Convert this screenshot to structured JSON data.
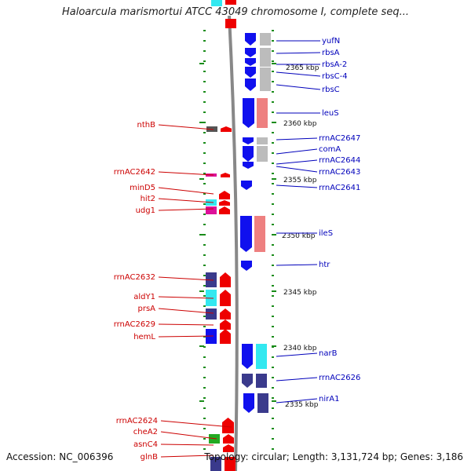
{
  "title": "Haloarcula marismortui ATCC 43049 chromosome I, complete seq...",
  "accession": "Accession: NC_006396",
  "summary": "Topology: circular; Length: 3,131,724 bp; Genes: 3,186",
  "colors": {
    "backbone": "#888888",
    "left_label": "#cc0000",
    "right_label": "#0000bb",
    "tick": "#1a8c1a",
    "gene_red": "#ee0000",
    "gene_blue": "#1010ee",
    "gene_navy": "#3a3a8c",
    "gene_cyan": "#33e8f0",
    "gene_gray": "#bcbcbc",
    "gene_salmon": "#ee8080",
    "gene_magenta": "#dd1199",
    "gene_dark": "#555555",
    "gene_green": "#22aa22"
  },
  "scale_labels": [
    {
      "text": "2365 kbp"
    },
    {
      "text": "2360 kbp"
    },
    {
      "text": "2355 kbp"
    },
    {
      "text": "2350 kbp"
    },
    {
      "text": "2345 kbp"
    },
    {
      "text": "2340 kbp"
    },
    {
      "text": "2335 kbp"
    }
  ],
  "left_genes": [
    {
      "label": "nthB"
    },
    {
      "label": "rrnAC2642"
    },
    {
      "label": "minD5"
    },
    {
      "label": "hit2"
    },
    {
      "label": "udg1"
    },
    {
      "label": "rrnAC2632"
    },
    {
      "label": "aldY1"
    },
    {
      "label": "prsA"
    },
    {
      "label": "rrnAC2629"
    },
    {
      "label": "hemL"
    },
    {
      "label": "rrnAC2624"
    },
    {
      "label": "cheA2"
    },
    {
      "label": "asnC4"
    },
    {
      "label": "glnB"
    }
  ],
  "right_genes": [
    {
      "label": "yufN"
    },
    {
      "label": "rbsA"
    },
    {
      "label": "rbsA-2"
    },
    {
      "label": "rbsC-4"
    },
    {
      "label": "rbsC"
    },
    {
      "label": "leuS"
    },
    {
      "label": "rrnAC2647"
    },
    {
      "label": "comA"
    },
    {
      "label": "rrnAC2644"
    },
    {
      "label": "rrnAC2643"
    },
    {
      "label": "rrnAC2641"
    },
    {
      "label": "ileS"
    },
    {
      "label": "htr"
    },
    {
      "label": "narB"
    },
    {
      "label": "rrnAC2626"
    },
    {
      "label": "nirA1"
    }
  ]
}
